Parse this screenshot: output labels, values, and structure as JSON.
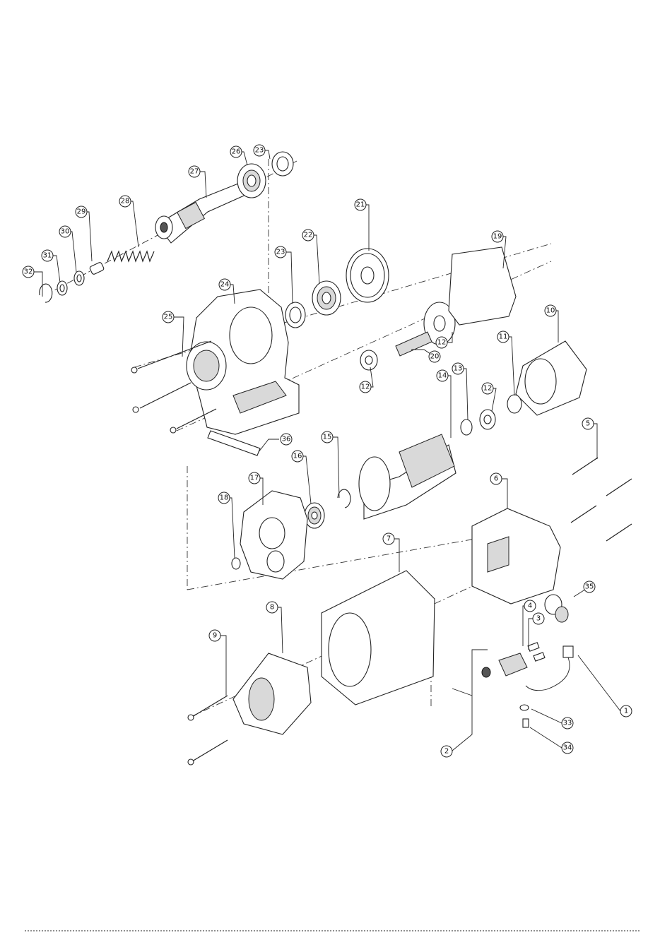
{
  "diagram": {
    "labels": [
      "1",
      "2",
      "3",
      "4",
      "5",
      "6",
      "7",
      "8",
      "9",
      "10",
      "11",
      "12",
      "12",
      "12",
      "13",
      "14",
      "15",
      "16",
      "17",
      "18",
      "19",
      "20",
      "21",
      "22",
      "23",
      "23",
      "24",
      "25",
      "26",
      "27",
      "28",
      "29",
      "30",
      "31",
      "32",
      "33",
      "34",
      "35",
      "36"
    ]
  }
}
